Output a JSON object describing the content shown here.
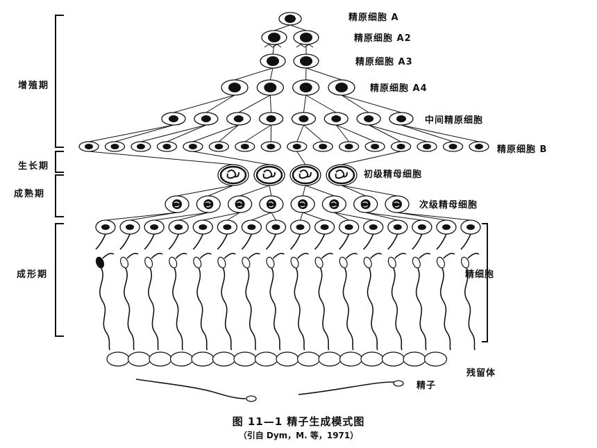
{
  "stages": {
    "spermatogonia_a": "精原细胞 A",
    "spermatogonia_a2": "精原细胞 A2",
    "spermatogonia_a3": "精原细胞 A3",
    "spermatogonia_a4": "精原细胞 A4",
    "intermediate_spermatogonia": "中间精原细胞",
    "spermatogonia_b": "精原细胞 B",
    "primary_spermatocyte": "初级精母细胞",
    "secondary_spermatocyte": "次级精母细胞",
    "spermatid": "精细胞",
    "residual_body": "残留体",
    "sperm": "精子"
  },
  "phases": {
    "proliferation": "增殖期",
    "growth": "生长期",
    "maturation": "成熟期",
    "formation": "成形期"
  },
  "caption": {
    "title": "图 11—1   精子生成模式图",
    "source": "（引自 Dym，M. 等，1971）"
  },
  "generation_counts": [
    1,
    2,
    2,
    4,
    8,
    16,
    4,
    8,
    16,
    16
  ],
  "icons": [
    "cell-icon",
    "dividing-cell-icon",
    "spermatid-icon",
    "sperm-icon",
    "residual-body-icon"
  ]
}
